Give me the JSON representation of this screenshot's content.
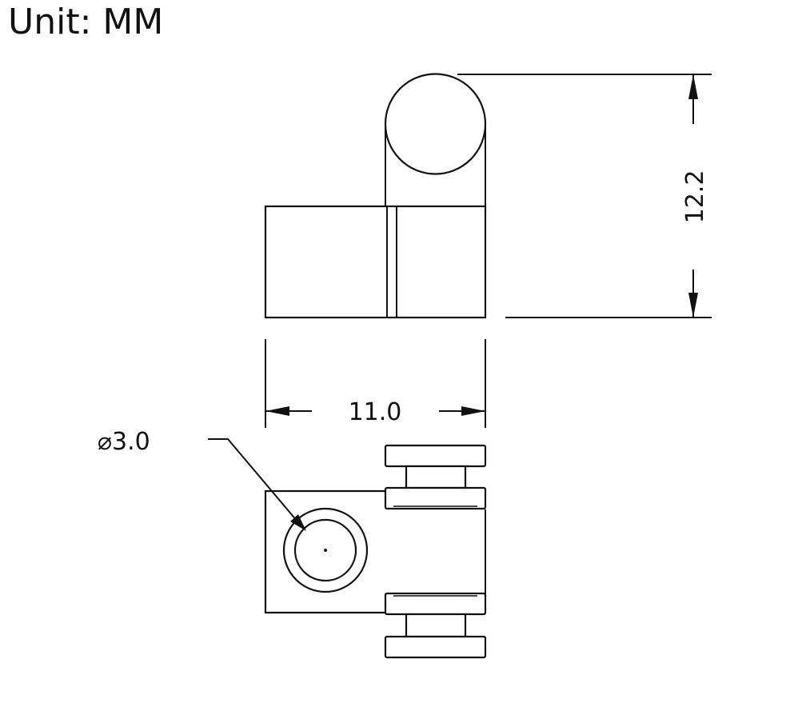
{
  "unit_label": "Unit: MM",
  "dimensions": {
    "height": "12.2",
    "width": "11.0",
    "hole_diameter": "⌀3.0"
  }
}
